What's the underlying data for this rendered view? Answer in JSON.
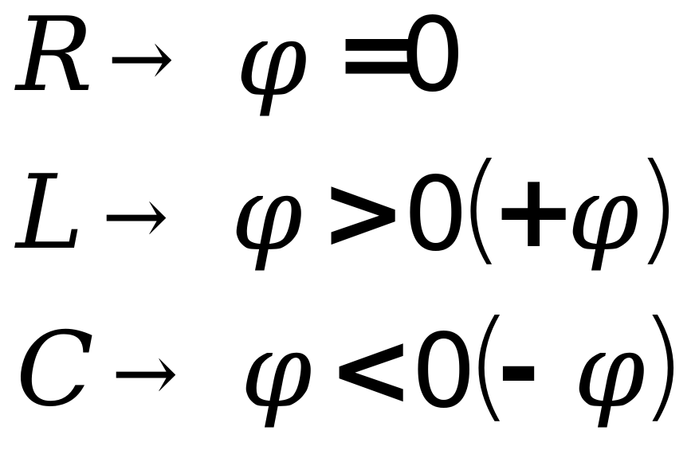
{
  "rows": [
    {
      "symbol": "R",
      "arrow": "→",
      "phi": "φ",
      "relation": "=",
      "zero": "0"
    },
    {
      "symbol": "L",
      "arrow": "→",
      "phi": "φ",
      "relation": ">",
      "zero": "0",
      "open_paren": "(",
      "sign": "+",
      "phi2": "φ",
      "close_paren": ")"
    },
    {
      "symbol": "C",
      "arrow": "→",
      "phi": "φ",
      "relation": "<",
      "zero": "0",
      "open_paren": "(",
      "sign": "-",
      "phi2": "φ",
      "close_paren": ")"
    }
  ]
}
